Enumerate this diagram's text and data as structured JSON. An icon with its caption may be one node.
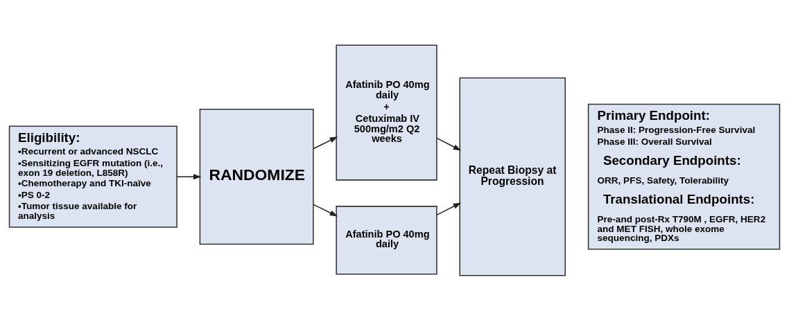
{
  "diagram": {
    "nodes": [
      {
        "text": [
          "Eligibility:",
          "•Recurrent or advanced NSCLC",
          "•Sensitizing EGFR mutation (i.e., exon 19 deletion, L858R)",
          "•Chemotherapy and TKI-naïve",
          "•PS 0-2",
          "•Tumor tissue available for analysis"
        ]
      },
      {
        "text": [
          "RANDOMIZE"
        ]
      },
      {
        "text": [
          "Afatinib PO 40mg daily",
          "+",
          "Cetuximab IV 500mg/m2 Q2 weeks"
        ]
      },
      {
        "text": [
          "Afatinib PO 40mg daily"
        ]
      },
      {
        "text": [
          "Repeat Biopsy at Progression"
        ]
      },
      {
        "text": [
          "Primary Endpoint:",
          "Phase II: Progression-Free Survival",
          "Phase III: Overall Survival",
          "Secondary Endpoints:",
          "ORR, PFS, Safety, Tolerability",
          "Translational Endpoints:",
          "Pre-and post-Rx T790M , EGFR, HER2 and MET FISH, whole exome sequencing, PDXs"
        ]
      }
    ],
    "edges": [
      {
        "from": 0,
        "to": 1,
        "arrow": "to"
      },
      {
        "from": 1,
        "to": 2,
        "arrow": "to"
      },
      {
        "from": 1,
        "to": 3,
        "arrow": "to"
      },
      {
        "from": 2,
        "to": 4,
        "arrow": "to"
      },
      {
        "from": 3,
        "to": 4,
        "arrow": "to"
      }
    ]
  }
}
